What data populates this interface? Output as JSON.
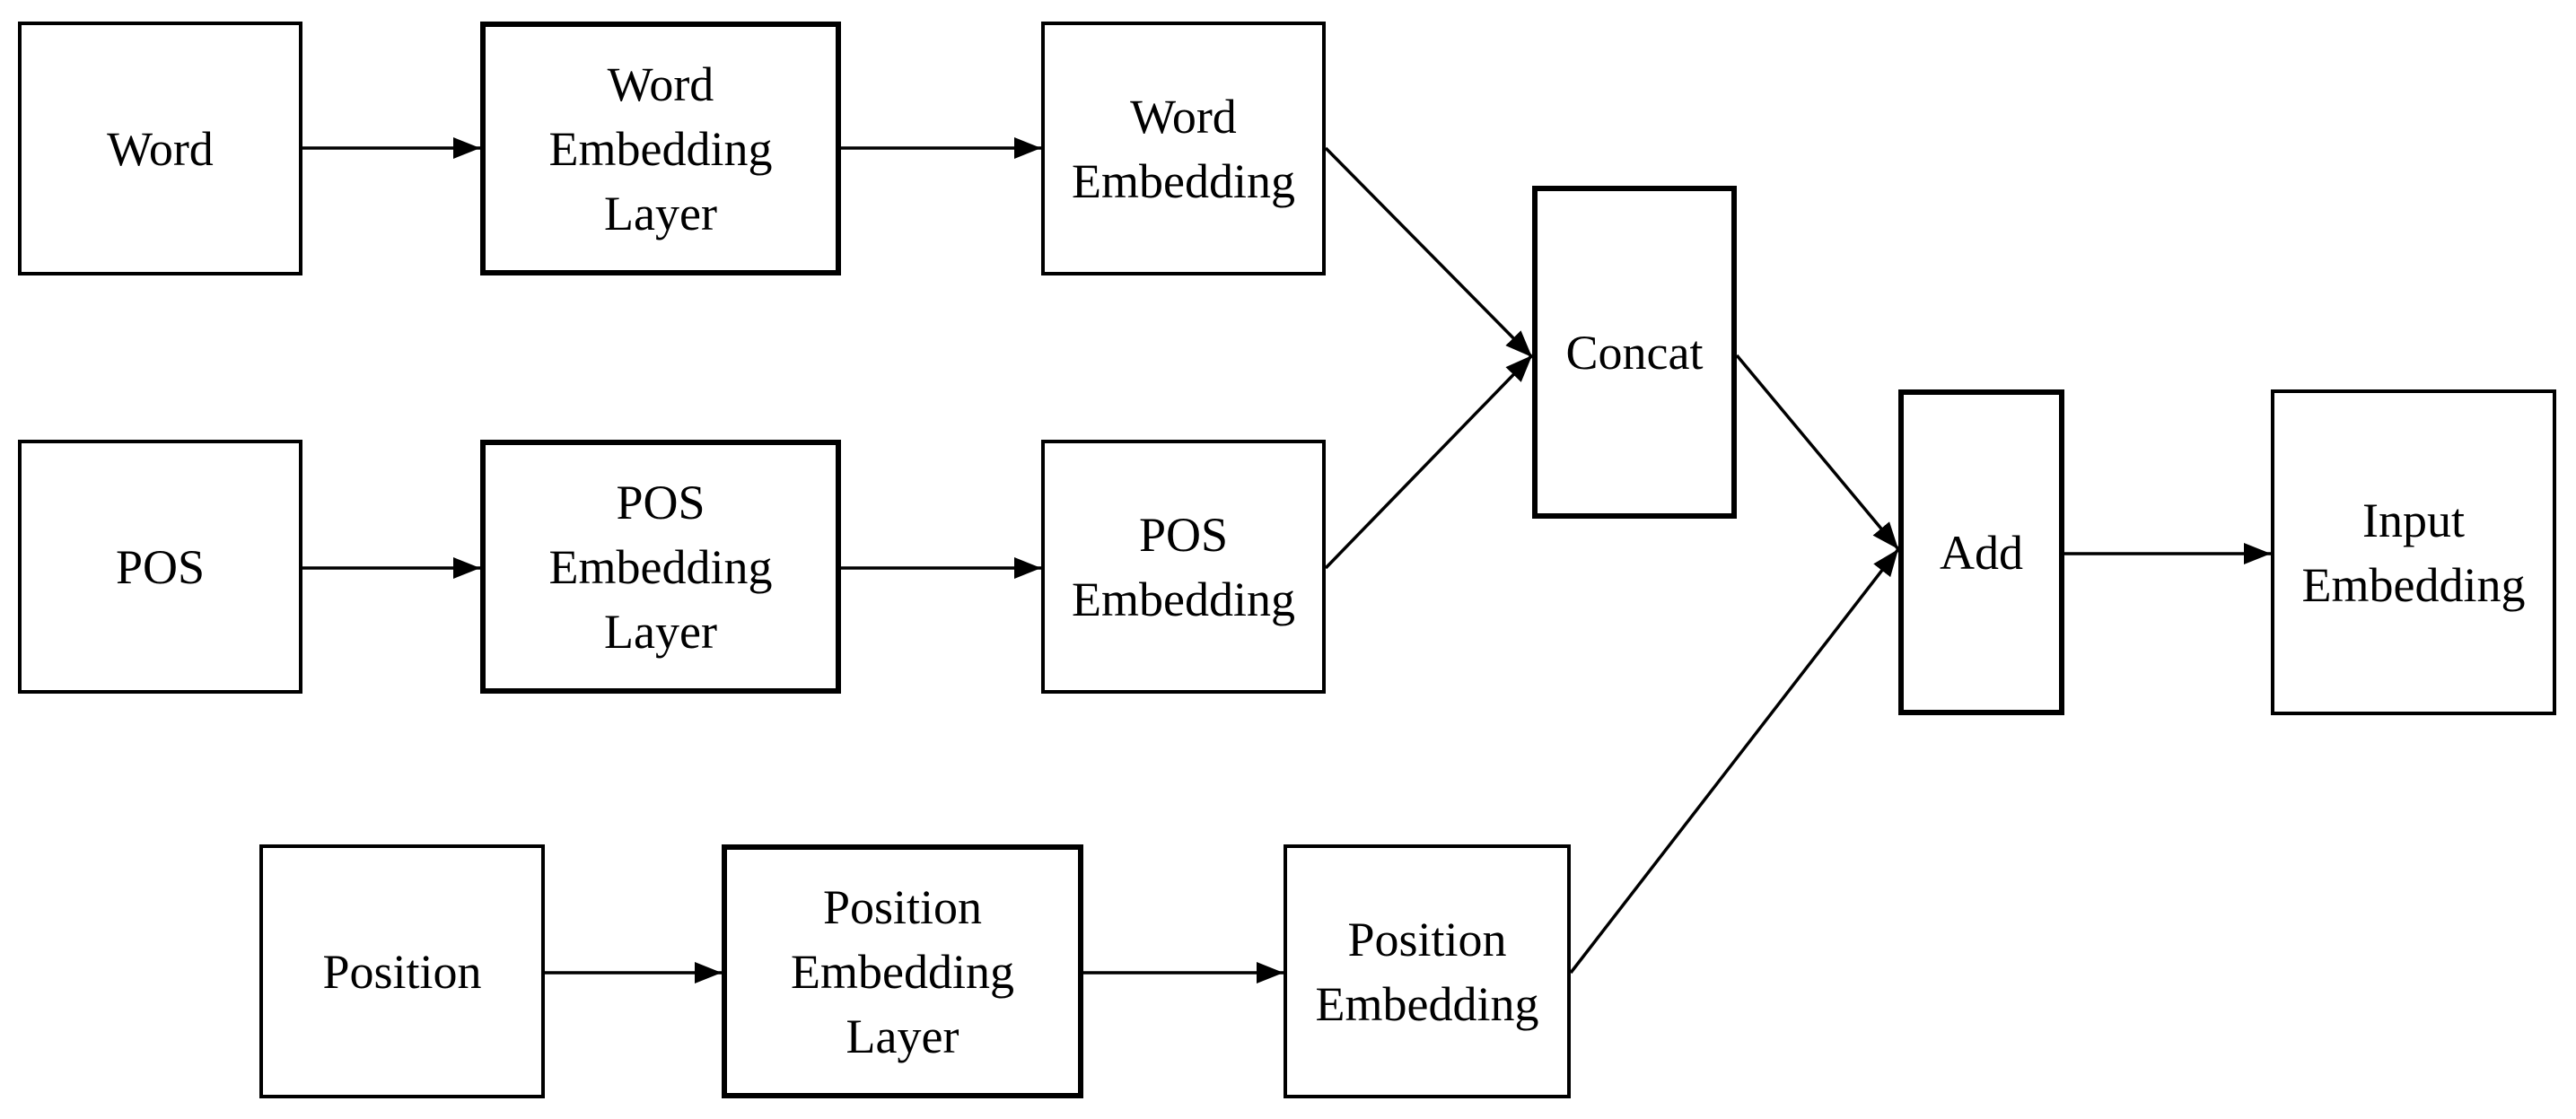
{
  "diagram": {
    "nodes": {
      "word": "Word",
      "word_embedding_layer": "Word\nEmbedding\nLayer",
      "word_embedding": "Word\nEmbedding",
      "pos": "POS",
      "pos_embedding_layer": "POS\nEmbedding\nLayer",
      "pos_embedding": "POS\nEmbedding",
      "position": "Position",
      "position_embedding_layer": "Position\nEmbedding\nLayer",
      "position_embedding": "Position\nEmbedding",
      "concat": "Concat",
      "add": "Add",
      "input_embedding": "Input\nEmbedding"
    },
    "edges": [
      {
        "from": "word",
        "to": "word_embedding_layer"
      },
      {
        "from": "word_embedding_layer",
        "to": "word_embedding"
      },
      {
        "from": "word_embedding",
        "to": "concat"
      },
      {
        "from": "pos",
        "to": "pos_embedding_layer"
      },
      {
        "from": "pos_embedding_layer",
        "to": "pos_embedding"
      },
      {
        "from": "pos_embedding",
        "to": "concat"
      },
      {
        "from": "position",
        "to": "position_embedding_layer"
      },
      {
        "from": "position_embedding_layer",
        "to": "position_embedding"
      },
      {
        "from": "position_embedding",
        "to": "add"
      },
      {
        "from": "concat",
        "to": "add"
      },
      {
        "from": "add",
        "to": "input_embedding"
      }
    ],
    "colors": {
      "stroke": "#000000",
      "background": "#ffffff"
    }
  }
}
